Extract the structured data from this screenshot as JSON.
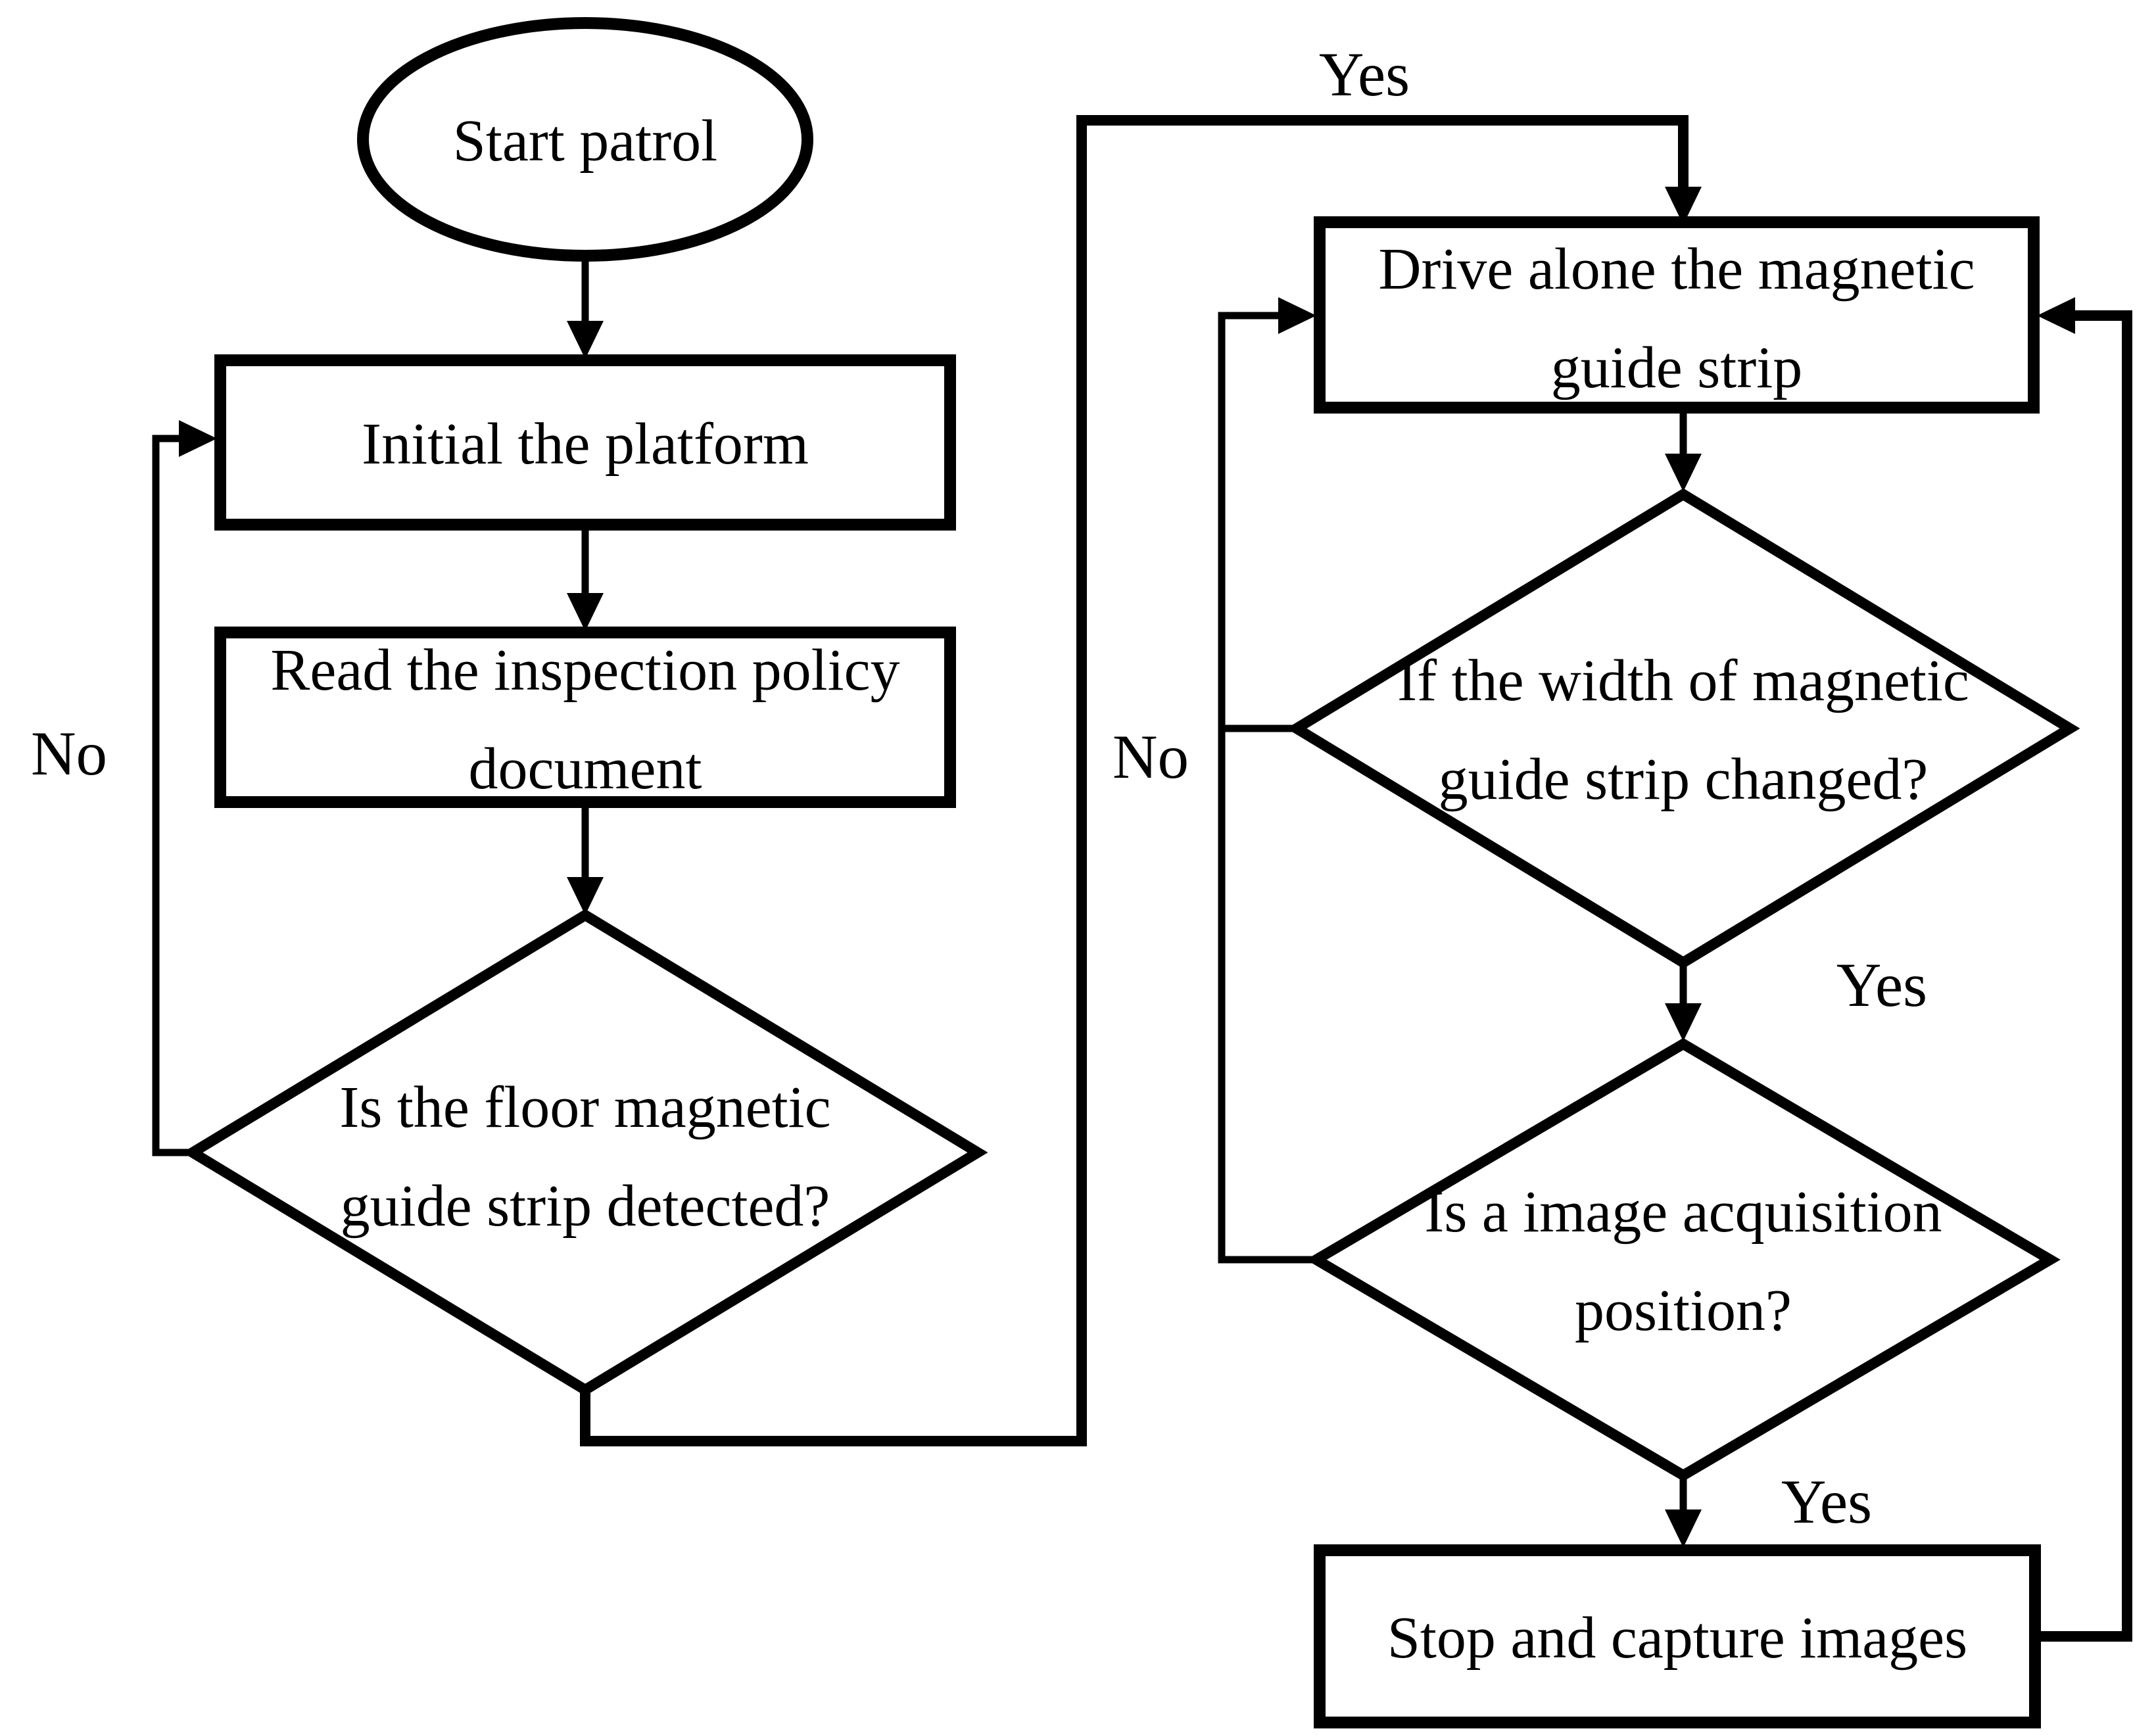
{
  "canvas": {
    "background_color": "#ffffff",
    "line_color": "#000000"
  },
  "nodes": {
    "start": {
      "type": "terminator-ellipse",
      "label": "Start patrol"
    },
    "init": {
      "type": "process",
      "label": "Initial the platform"
    },
    "read": {
      "type": "process",
      "lines": [
        "Read the inspection policy",
        "document"
      ]
    },
    "detect": {
      "type": "decision",
      "lines": [
        "Is the floor magnetic",
        "guide strip detected?"
      ]
    },
    "drive": {
      "type": "process",
      "lines": [
        "Drive alone the magnetic",
        "guide strip"
      ]
    },
    "width_changed": {
      "type": "decision",
      "lines": [
        "If the width of magnetic",
        "guide strip changed?"
      ]
    },
    "acq_position": {
      "type": "decision",
      "lines": [
        "Is a image acquisition",
        "position?"
      ]
    },
    "stop": {
      "type": "process",
      "label": "Stop and capture images"
    }
  },
  "edge_labels": {
    "detect_yes": "Yes",
    "detect_no": "No",
    "width_changed_no": "No",
    "width_changed_yes": "Yes",
    "acq_position_yes": "Yes"
  }
}
